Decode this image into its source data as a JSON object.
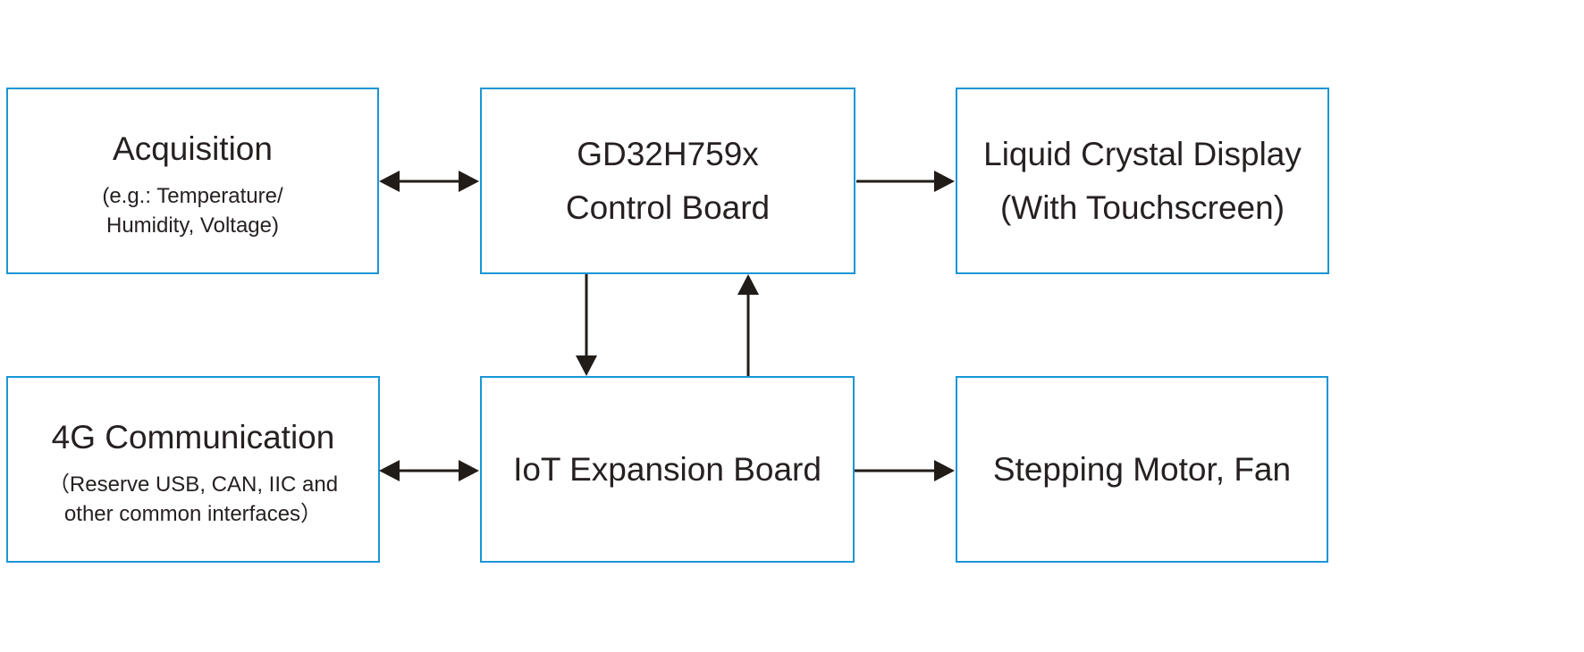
{
  "colors": {
    "box_border": "#1a96d5",
    "text": "#262120",
    "arrow": "#221c18",
    "background": "#ffffff"
  },
  "diagram": {
    "nodes": {
      "acquisition": {
        "title": "Acquisition",
        "subtitle": "(e.g.: Temperature/\nHumidity, Voltage)"
      },
      "control_board": {
        "title": "GD32H759x\nControl Board"
      },
      "lcd": {
        "title": "Liquid Crystal Display\n(With Touchscreen)"
      },
      "comm_4g": {
        "title": "4G Communication",
        "subtitle": "（Reserve USB, CAN, IIC and\nother common interfaces）"
      },
      "iot_board": {
        "title": "IoT Expansion Board"
      },
      "motor_fan": {
        "title": "Stepping Motor, Fan"
      }
    },
    "edges": [
      {
        "id": "acquisition-controlboard",
        "from": "acquisition",
        "to": "control_board",
        "type": "bidirectional"
      },
      {
        "id": "controlboard-lcd",
        "from": "control_board",
        "to": "lcd",
        "type": "directed"
      },
      {
        "id": "controlboard-iot",
        "from": "control_board",
        "to": "iot_board",
        "type": "directed"
      },
      {
        "id": "iot-controlboard",
        "from": "iot_board",
        "to": "control_board",
        "type": "directed"
      },
      {
        "id": "4g-iot",
        "from": "comm_4g",
        "to": "iot_board",
        "type": "bidirectional"
      },
      {
        "id": "iot-motor",
        "from": "iot_board",
        "to": "motor_fan",
        "type": "directed"
      }
    ]
  }
}
